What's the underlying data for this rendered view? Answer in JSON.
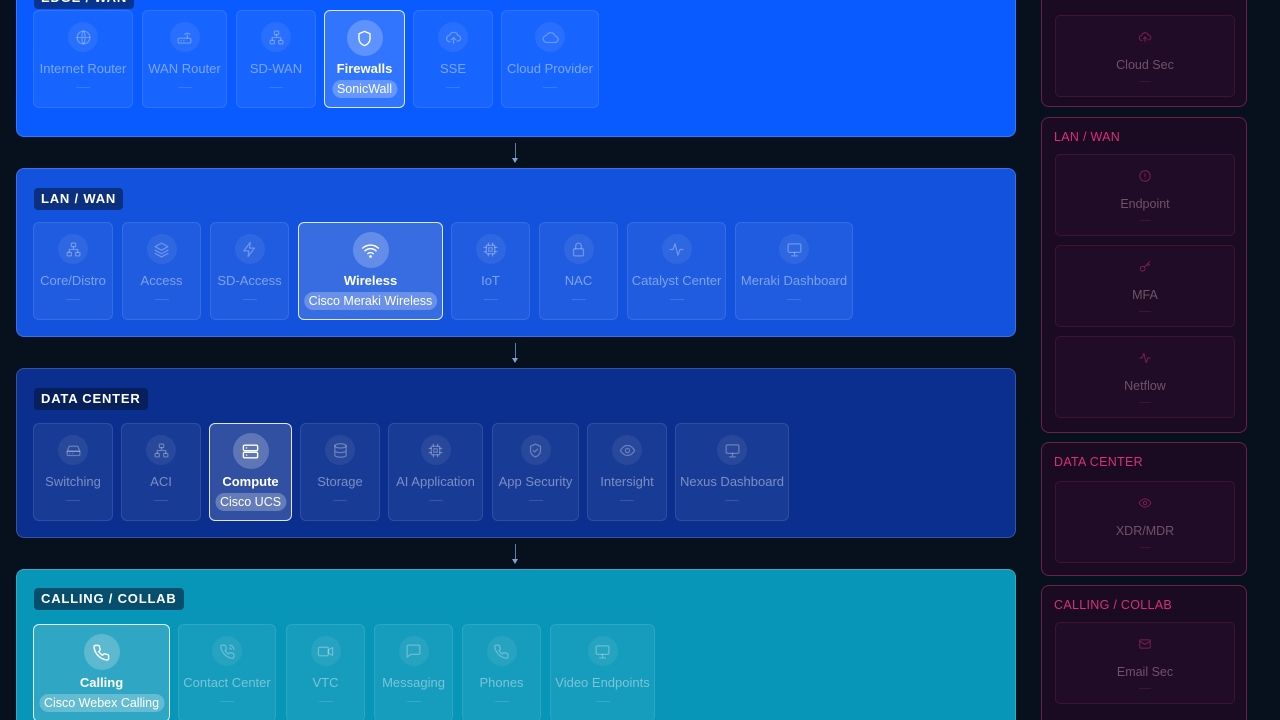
{
  "colors": {
    "edge": "#0a5bff",
    "lan": "#1352dd",
    "dc": "#0a2f8f",
    "calling": "#0896b8",
    "accent_pink": "#d92f7b"
  },
  "bands": [
    {
      "title": "EDGE / WAN",
      "cards": [
        {
          "label": "Internet Router",
          "icon": "globe-icon"
        },
        {
          "label": "WAN Router",
          "icon": "router-icon"
        },
        {
          "label": "SD-WAN",
          "icon": "network-icon"
        },
        {
          "label": "Firewalls",
          "icon": "shield-icon",
          "selected": true,
          "chip": "SonicWall"
        },
        {
          "label": "SSE",
          "icon": "cloud-upload-icon"
        },
        {
          "label": "Cloud Provider",
          "icon": "cloud-icon"
        }
      ]
    },
    {
      "title": "LAN / WAN",
      "cards": [
        {
          "label": "Core/Distro",
          "icon": "network-icon"
        },
        {
          "label": "Access",
          "icon": "layers-icon"
        },
        {
          "label": "SD-Access",
          "icon": "bolt-icon"
        },
        {
          "label": "Wireless",
          "icon": "wifi-icon",
          "selected": true,
          "chip": "Cisco Meraki Wireless"
        },
        {
          "label": "IoT",
          "icon": "chip-icon"
        },
        {
          "label": "NAC",
          "icon": "lock-icon"
        },
        {
          "label": "Catalyst Center",
          "icon": "activity-icon"
        },
        {
          "label": "Meraki Dashboard",
          "icon": "monitor-icon"
        }
      ]
    },
    {
      "title": "DATA CENTER",
      "cards": [
        {
          "label": "Switching",
          "icon": "hard-drive-icon"
        },
        {
          "label": "ACI",
          "icon": "network-icon"
        },
        {
          "label": "Compute",
          "icon": "server-icon",
          "selected": true,
          "chip": "Cisco UCS"
        },
        {
          "label": "Storage",
          "icon": "database-icon"
        },
        {
          "label": "AI Application",
          "icon": "chip-icon"
        },
        {
          "label": "App Security",
          "icon": "shield-check-icon"
        },
        {
          "label": "Intersight",
          "icon": "eye-icon"
        },
        {
          "label": "Nexus Dashboard",
          "icon": "monitor-icon"
        }
      ]
    },
    {
      "title": "CALLING / COLLAB",
      "cards": [
        {
          "label": "Calling",
          "icon": "phone-icon",
          "selected": true,
          "chip": "Cisco Webex Calling"
        },
        {
          "label": "Contact Center",
          "icon": "phone-call-icon"
        },
        {
          "label": "VTC",
          "icon": "video-icon"
        },
        {
          "label": "Messaging",
          "icon": "message-icon"
        },
        {
          "label": "Phones",
          "icon": "phone-icon"
        },
        {
          "label": "Video Endpoints",
          "icon": "monitor-icon"
        }
      ]
    }
  ],
  "right_panels": [
    {
      "title": "",
      "cards": [
        {
          "label": "Cloud Sec",
          "icon": "cloud-upload-icon"
        }
      ]
    },
    {
      "title": "LAN / WAN",
      "cards": [
        {
          "label": "Endpoint",
          "icon": "alert-circle-icon"
        },
        {
          "label": "MFA",
          "icon": "key-icon"
        },
        {
          "label": "Netflow",
          "icon": "activity-icon"
        }
      ]
    },
    {
      "title": "DATA CENTER",
      "cards": [
        {
          "label": "XDR/MDR",
          "icon": "eye-icon"
        }
      ]
    },
    {
      "title": "CALLING / COLLAB",
      "cards": [
        {
          "label": "Email Sec",
          "icon": "mail-icon"
        }
      ]
    }
  ]
}
